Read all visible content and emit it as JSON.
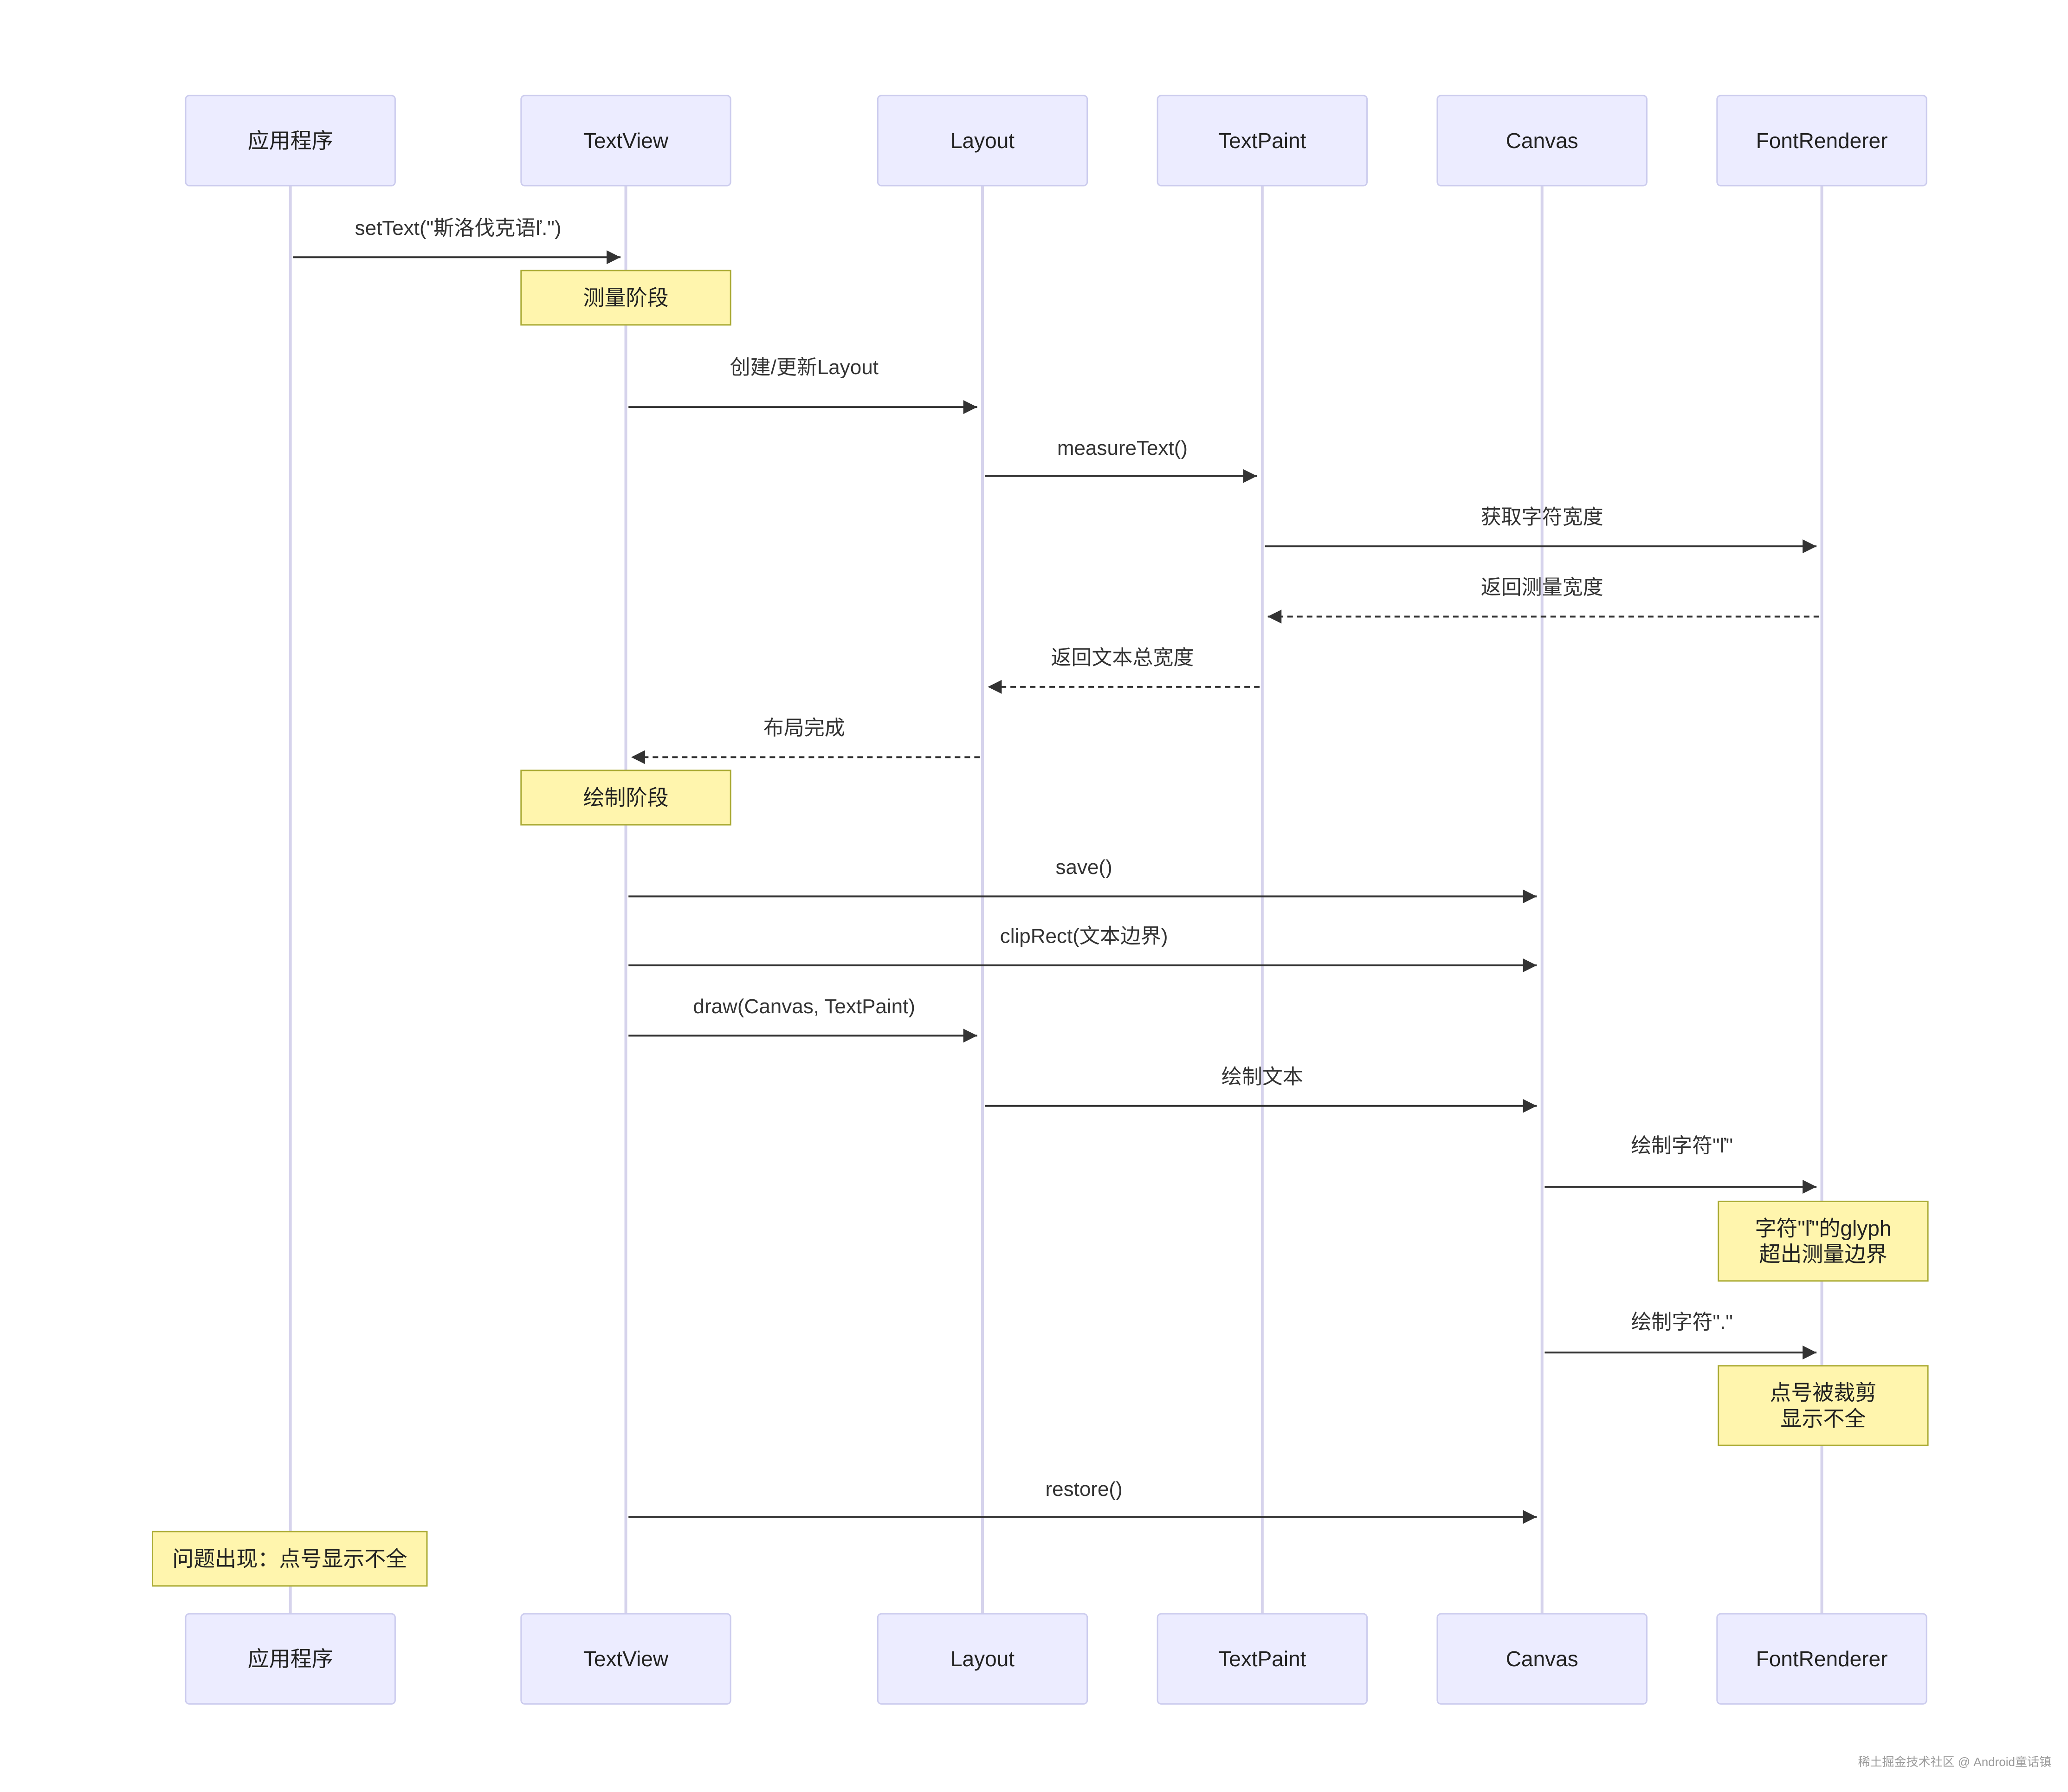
{
  "actors": [
    {
      "id": "app",
      "label": "应用程序"
    },
    {
      "id": "textview",
      "label": "TextView"
    },
    {
      "id": "layout",
      "label": "Layout"
    },
    {
      "id": "textpaint",
      "label": "TextPaint"
    },
    {
      "id": "canvas",
      "label": "Canvas"
    },
    {
      "id": "fontrenderer",
      "label": "FontRenderer"
    }
  ],
  "messages": [
    {
      "from": "app",
      "to": "textview",
      "label": "setText(\"斯洛伐克语ľ.\")",
      "dashed": false
    },
    {
      "from": "textview",
      "to": "layout",
      "label": "创建/更新Layout",
      "dashed": false
    },
    {
      "from": "layout",
      "to": "textpaint",
      "label": "measureText()",
      "dashed": false
    },
    {
      "from": "textpaint",
      "to": "fontrenderer",
      "label": "获取字符宽度",
      "dashed": false
    },
    {
      "from": "fontrenderer",
      "to": "textpaint",
      "label": "返回测量宽度",
      "dashed": true
    },
    {
      "from": "textpaint",
      "to": "layout",
      "label": "返回文本总宽度",
      "dashed": true
    },
    {
      "from": "layout",
      "to": "textview",
      "label": "布局完成",
      "dashed": true
    },
    {
      "from": "textview",
      "to": "canvas",
      "label": "save()",
      "dashed": false
    },
    {
      "from": "textview",
      "to": "canvas",
      "label": "clipRect(文本边界)",
      "dashed": false
    },
    {
      "from": "textview",
      "to": "layout",
      "label": "draw(Canvas, TextPaint)",
      "dashed": false
    },
    {
      "from": "layout",
      "to": "canvas",
      "label": "绘制文本",
      "dashed": false
    },
    {
      "from": "canvas",
      "to": "fontrenderer",
      "label": "绘制字符\"ľ\"",
      "dashed": false
    },
    {
      "from": "canvas",
      "to": "fontrenderer",
      "label": "绘制字符\".\"",
      "dashed": false
    },
    {
      "from": "textview",
      "to": "canvas",
      "label": "restore()",
      "dashed": false
    }
  ],
  "notes": [
    {
      "over": "textview",
      "lines": [
        "测量阶段"
      ]
    },
    {
      "over": "textview",
      "lines": [
        "绘制阶段"
      ]
    },
    {
      "over": "fontrenderer",
      "lines": [
        "字符\"ľ\"的glyph",
        "超出测量边界"
      ]
    },
    {
      "over": "fontrenderer",
      "lines": [
        "点号被裁剪",
        "显示不全"
      ]
    },
    {
      "over": "app",
      "lines": [
        "问题出现：点号显示不全"
      ]
    }
  ],
  "watermark": "稀土掘金技术社区 @ Android童话镇",
  "colors": {
    "actor_fill": "#ECECFF",
    "actor_border": "#CCCCEE",
    "lifeline": "#D6D3EC",
    "note_fill": "#FFF5AD",
    "note_border": "#AAAA33",
    "arrow": "#333333"
  }
}
